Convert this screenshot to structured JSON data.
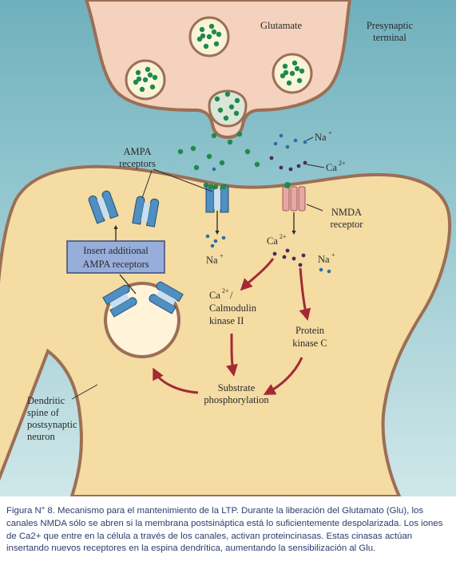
{
  "labels": {
    "glutamate": "Glutamate",
    "presynaptic": [
      "Presynaptic",
      "terminal"
    ],
    "na_top": "Na",
    "na_top_sup": "+",
    "ca_top": "Ca",
    "ca_top_sup": "2+",
    "ampa": [
      "AMPA",
      "receptors"
    ],
    "nmda": [
      "NMDA",
      "receptor"
    ],
    "insert": [
      "Insert additional",
      "AMPA receptors"
    ],
    "na_left": "Na",
    "na_left_sup": "+",
    "ca_mid": "Ca",
    "ca_mid_sup": "2+",
    "na_right": "Na",
    "na_right_sup": "+",
    "camk_ca": "Ca",
    "camk_sup": "2+",
    "camk_slash": "/",
    "camk": [
      "Calmodulin",
      "kinase II"
    ],
    "pkc": [
      "Protein",
      "kinase C"
    ],
    "substrate": [
      "Substrate",
      "phosphorylation"
    ],
    "dendritic": [
      "Dendritic",
      "spine of",
      "postsynaptic",
      "neuron"
    ]
  },
  "caption": "Figura N° 8.  Mecanismo para el mantenimiento de la LTP.  Durante la liberación del Glutamato (Glu), los canales NMDA sólo se abren si la membrana postsináptica está lo suficientemente despolarizada.  Los iones de Ca2+ que entre en la célula a través de los canales, activan proteincinasas.  Estas cinasas actúan insertando nuevos receptores en la espina dendrítica, aumentando la sensibilización al Glu.",
  "colors": {
    "background_top": "#8fc4cd",
    "background_bottom": "#c7e2e4",
    "presynaptic_fill": "#f4d2bd",
    "postsynaptic_fill": "#f4dca3",
    "membrane": "#9c6f55",
    "glutamate": "#1f8a4c",
    "ampa_receptor": "#4f8fc1",
    "nmda_receptor": "#e8a6a6",
    "arrow": "#a32a35",
    "insert_box": "#97aedb",
    "caption_text": "#2f3b6d"
  }
}
